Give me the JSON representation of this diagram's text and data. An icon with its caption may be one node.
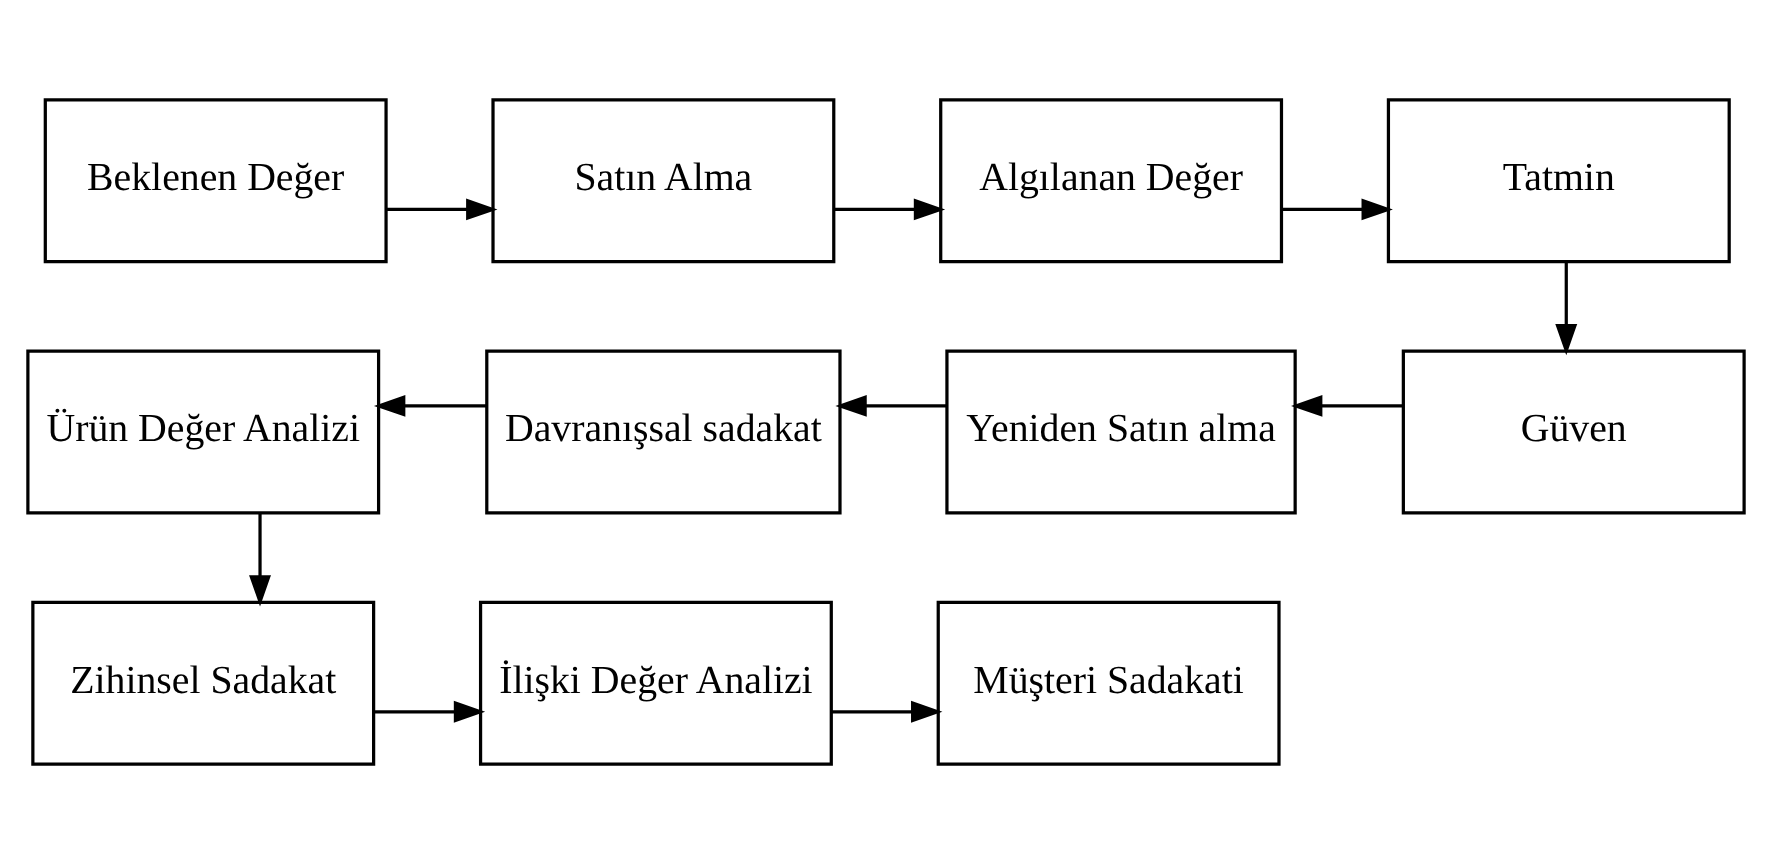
{
  "diagram": {
    "nodes": [
      {
        "text": [
          "Beklenen Değer"
        ]
      },
      {
        "text": [
          "Satın Alma"
        ]
      },
      {
        "text": [
          "Algılanan Değer"
        ]
      },
      {
        "text": [
          "Tatmin"
        ]
      },
      {
        "text": [
          "Güven"
        ]
      },
      {
        "text": [
          "Yeniden Satın alma"
        ]
      },
      {
        "text": [
          "Davranışsal sadakat"
        ]
      },
      {
        "text": [
          "Ürün Değer Analizi"
        ]
      },
      {
        "text": [
          "Zihinsel Sadakat"
        ]
      },
      {
        "text": [
          "İlişki Değer Analizi"
        ]
      },
      {
        "text": [
          "Müşteri Sadakati"
        ]
      }
    ],
    "edges": [
      {
        "from": 0,
        "to": 1,
        "arrow": "to"
      },
      {
        "from": 1,
        "to": 2,
        "arrow": "to"
      },
      {
        "from": 2,
        "to": 3,
        "arrow": "to"
      },
      {
        "from": 3,
        "to": 4,
        "arrow": "to"
      },
      {
        "from": 4,
        "to": 5,
        "arrow": "to"
      },
      {
        "from": 5,
        "to": 6,
        "arrow": "to"
      },
      {
        "from": 6,
        "to": 7,
        "arrow": "to"
      },
      {
        "from": 7,
        "to": 8,
        "arrow": "to"
      },
      {
        "from": 8,
        "to": 9,
        "arrow": "to"
      },
      {
        "from": 9,
        "to": 10,
        "arrow": "to"
      }
    ]
  }
}
